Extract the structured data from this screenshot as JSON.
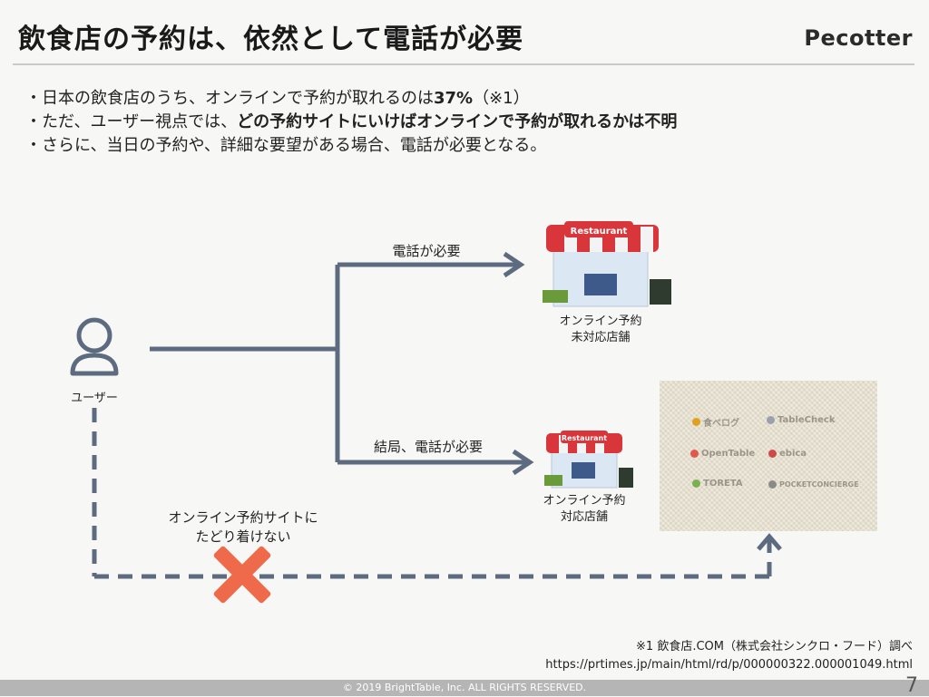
{
  "title": "飲食店の予約は、依然として電話が必要",
  "logo": "Pecotter",
  "bullets": [
    {
      "pre": "・日本の飲食店のうち、オンラインで予約が取れるのは",
      "bold": "37%",
      "post": "（※1）"
    },
    {
      "pre": "・ただ、ユーザー視点では、",
      "bold": "どの予約サイトにいけばオンラインで予約が取れるかは不明",
      "post": ""
    },
    {
      "pre": "・さらに、当日の予約や、詳細な要望がある場合、電話が必要となる。",
      "bold": "",
      "post": ""
    }
  ],
  "flow": {
    "user_label": "ユーザー",
    "top_arrow_label": "電話が必要",
    "bottom_arrow_label": "結局、電話が必要",
    "store_top_sign": "Restaurant",
    "store_top_caption_1": "オンライン予約",
    "store_top_caption_2": "未対応店舗",
    "store_bottom_sign": "Restaurant",
    "store_bottom_caption_1": "オンライン予約",
    "store_bottom_caption_2": "対応店舗",
    "dashed_label_1": "オンライン予約サイトに",
    "dashed_label_2": "たどり着けない"
  },
  "sites": [
    {
      "name": "食べログ",
      "color": "#e0a020"
    },
    {
      "name": "TableCheck",
      "color": "#9aa0b0"
    },
    {
      "name": "OpenTable",
      "color": "#e05a4a"
    },
    {
      "name": "ebica",
      "color": "#d04a4a"
    },
    {
      "name": "TORETA",
      "color": "#7ab050"
    },
    {
      "name": "POCKETCONCIERGE",
      "color": "#8a8a8a"
    }
  ],
  "footnote": {
    "line1": "※1 飲食店.COM（株式会社シンクロ・フード）調べ",
    "line2": "https://prtimes.jp/main/html/rd/p/000000322.000001049.html"
  },
  "footer": "© 2019 BrightTable, Inc. ALL RIGHTS RESERVED.",
  "page_number": "7",
  "colors": {
    "line": "#5d6b80",
    "cross": "#ef6a4a",
    "awning_red": "#d8363a"
  }
}
